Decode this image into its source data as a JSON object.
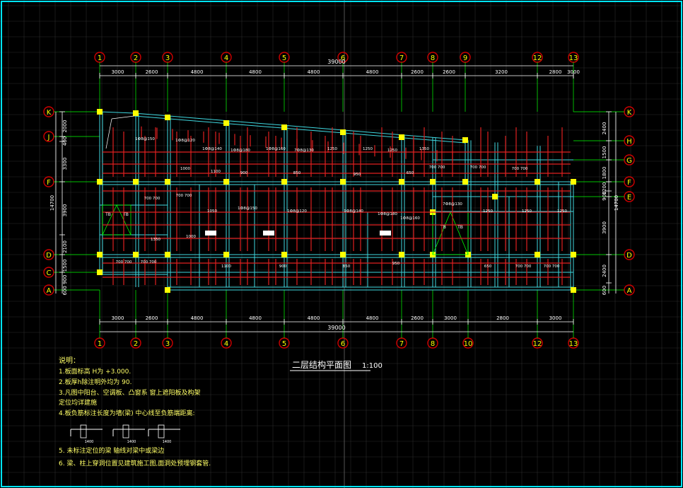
{
  "drawing": {
    "title": "二层结构平面图",
    "scale": "1:100",
    "overall_dim": "39000"
  },
  "top_axes": [
    "1",
    "2",
    "3",
    "4",
    "5",
    "6",
    "7",
    "8",
    "9",
    "12",
    "13"
  ],
  "top_spans": [
    "3000",
    "2600",
    "4800",
    "4800",
    "4800",
    "4800",
    "2600",
    "2600",
    "3200",
    "2800",
    "3000"
  ],
  "bottom_axes": [
    "1",
    "2",
    "3",
    "4",
    "5",
    "6",
    "7",
    "8",
    "10",
    "12",
    "13"
  ],
  "bottom_spans": [
    "3000",
    "2600",
    "4800",
    "4800",
    "4800",
    "4800",
    "2600",
    "3000",
    "2800",
    "3000"
  ],
  "left_axes": [
    "K",
    "J",
    "F",
    "D",
    "C",
    "A"
  ],
  "right_axes": [
    "K",
    "H",
    "G",
    "F",
    "E",
    "D",
    "A"
  ],
  "left_dims": [
    "2000",
    "400",
    "3300",
    "3900",
    "2100",
    "1500",
    "600 900"
  ],
  "left_total": "14700",
  "right_dims": [
    "2400",
    "1500",
    "1800",
    "1200",
    "900",
    "3900",
    "2400",
    "600"
  ],
  "right_total": "14700",
  "rooms": [
    {
      "label": "TB"
    },
    {
      "label": "TB"
    },
    {
      "label": "TB"
    },
    {
      "label": "TB"
    }
  ],
  "slab_marks": [
    "1Ф8@150",
    "1Ф8@120",
    "1Ф8@140",
    "1Ф8@180",
    "1Ф8@160",
    "7Ф8@130",
    "1250",
    "1250",
    "1250",
    "1350",
    "1000",
    "1100",
    "900",
    "850",
    "950",
    "650",
    "700 700",
    "700 700",
    "700 700",
    "700 700",
    "700 700",
    "1050"
  ],
  "notes": {
    "heading": "说明：",
    "items": [
      "1.板面标高 H为 +3.000.",
      "2.板厚h除注明外均为 90.",
      "3.凡图中阳台、空调板、凸窗系 窗上遮阳板及构架",
      "   定位均详建施",
      "4.板负筋标注长度为墙(梁) 中心线至负筋端距离:",
      "5. 未标注定位的梁 轴线对梁中或梁边",
      "6. 梁、柱上穿洞位置见建筑施工图,面洞处预埋钢套管."
    ],
    "sketch_labels": [
      "1400",
      "1400",
      "1400"
    ]
  },
  "colors": {
    "frame": "#00e5ff",
    "beam": "#3fd8e0",
    "rebar": "#e02020",
    "axis_circle": "#d00000",
    "axis_text": "#ffff00",
    "column": "#ffff00",
    "dim": "#ffffff",
    "mark": "#ffffff",
    "note": "#ffff66",
    "green": "#00ff00"
  }
}
